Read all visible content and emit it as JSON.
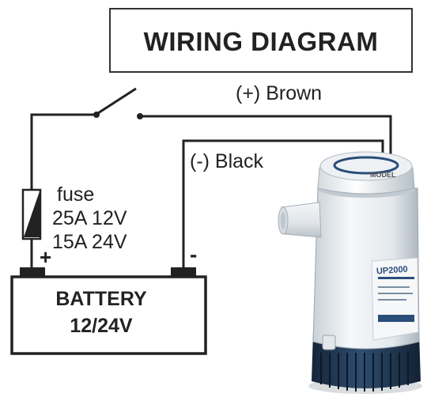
{
  "diagram": {
    "title": "WIRING DIAGRAM",
    "wires": {
      "positive_label": "(+) Brown",
      "negative_label": "(-) Black"
    },
    "fuse": {
      "label": "fuse",
      "rating_12v": "25A 12V",
      "rating_24v": "15A 24V"
    },
    "battery": {
      "label": "BATTERY",
      "voltage": "12/24V",
      "plus_sign": "+",
      "minus_sign": "-"
    },
    "pump": {
      "model_label": "UP2000",
      "brand_label": "MODEL"
    },
    "colors": {
      "line": "#222222",
      "pump_body": "#e8ecef",
      "pump_base": "#1f3550",
      "pump_accent": "#2a4d7a"
    }
  }
}
